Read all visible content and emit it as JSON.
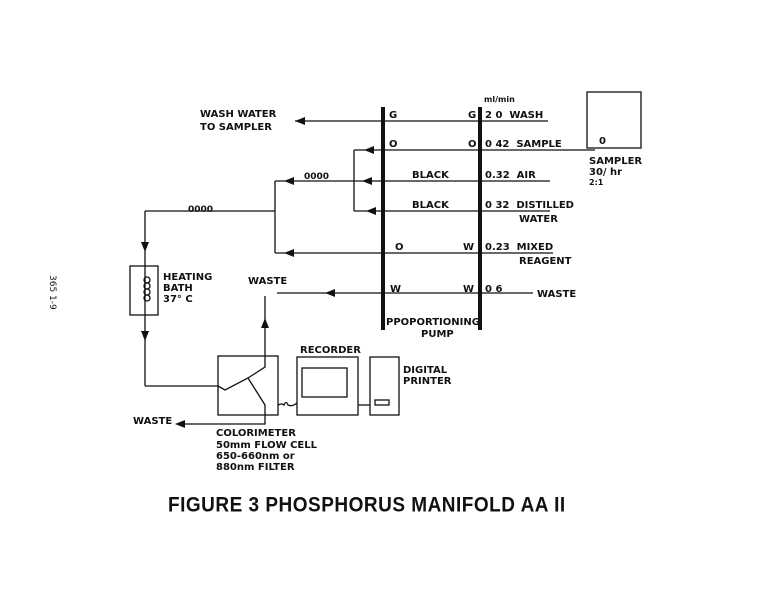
{
  "page_number": "365 1-9",
  "pump": {
    "flow_unit": "ml/min",
    "label_line1": "PPOPORTIONING",
    "label_line2": "PUMP"
  },
  "rows": [
    {
      "left_tube": "G",
      "right_tube": "G",
      "rate_label": "2 0  WASH"
    },
    {
      "left_tube": "O",
      "right_tube": "O",
      "rate_label": "0 42  SAMPLE"
    },
    {
      "center_tube": "BLACK",
      "rate_label": "0.32  AIR"
    },
    {
      "center_tube": "BLACK",
      "rate_label": "0 32  DISTILLED",
      "rate_label2": "WATER"
    },
    {
      "left_tube": "O",
      "right_tube": "W",
      "rate_label": "0.23  MIXED",
      "rate_label2": "REAGENT"
    },
    {
      "left_tube": "W",
      "right_tube": "W",
      "rate_label": "0 6",
      "outlet": "WASTE"
    }
  ],
  "wash_water": {
    "line1": "WASH WATER",
    "line2": "TO SAMPLER"
  },
  "coil": "0000",
  "sampler": {
    "mark": "0",
    "line1": "SAMPLER",
    "line2": "30/ hr",
    "line3": "2:1"
  },
  "heating_bath": {
    "line1": "HEATING",
    "line2": "BATH",
    "line3": "37° C"
  },
  "waste_top": "WASTE",
  "waste_bottom": "WASTE",
  "colorimeter": {
    "line1": "COLORIMETER",
    "line2": "50mm FLOW CELL",
    "line3": "650-660nm or",
    "line4": "880nm FILTER"
  },
  "recorder": "RECORDER",
  "printer": {
    "line1": "DIGITAL",
    "line2": "PRINTER"
  },
  "caption": "FIGURE 3 PHOSPHORUS MANIFOLD AA II"
}
